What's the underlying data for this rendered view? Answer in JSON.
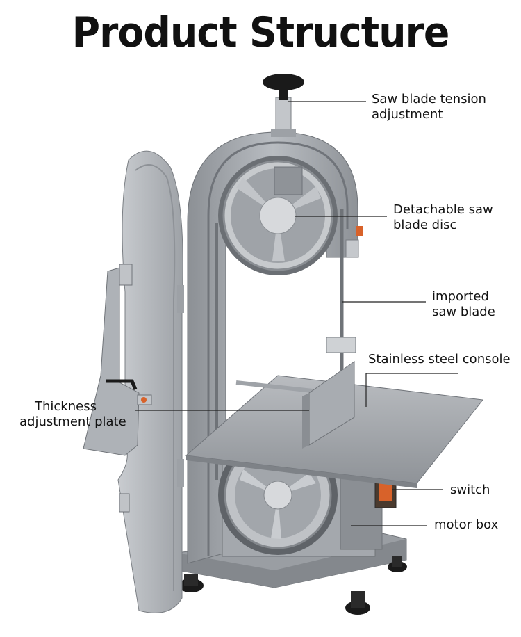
{
  "page_title": "Product Structure",
  "callouts": {
    "tension": [
      "Saw blade tension",
      "adjustment"
    ],
    "disc": [
      "Detachable saw",
      "blade disc"
    ],
    "blade": [
      "imported",
      "saw blade"
    ],
    "console": [
      "Stainless steel console"
    ],
    "thickness": [
      "Thickness",
      "adjustment plate"
    ],
    "switch": [
      "switch"
    ],
    "motor": [
      "motor box"
    ]
  },
  "colors": {
    "body": "#a9adb2",
    "body_dark": "#7d8186",
    "steel": "#9b9fa4",
    "leader_line": "#222222",
    "switch_accent": "#d8622a",
    "knob": "#1a1a1a"
  }
}
